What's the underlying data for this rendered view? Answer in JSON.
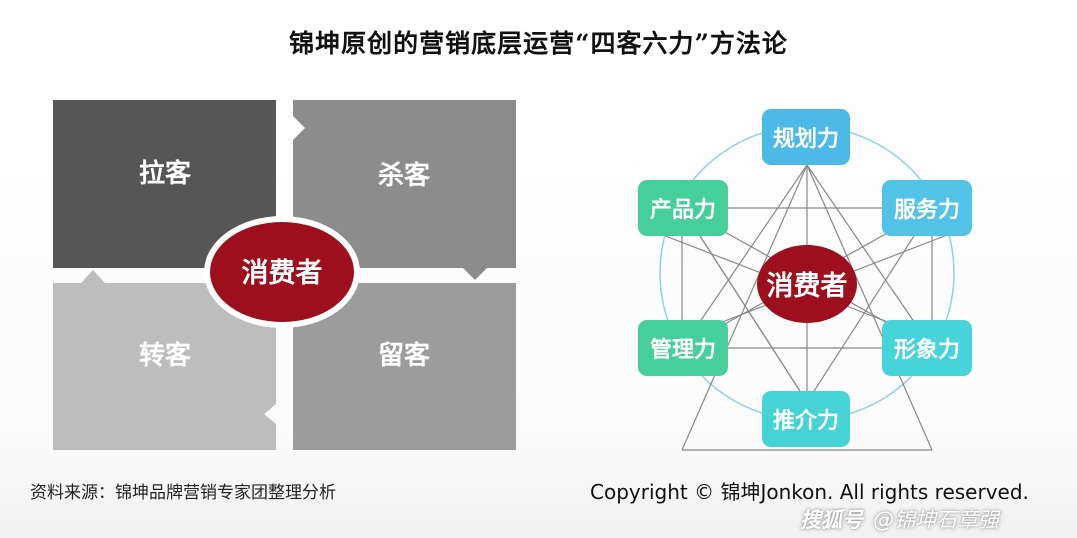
{
  "title": "锦坤原创的营销底层运营“四客六力”方法论",
  "left_diagram": {
    "quadrants": [
      "拉客",
      "杀客",
      "转客",
      "留客"
    ],
    "center": "消费者",
    "colors": {
      "q1": "#565656",
      "q2": "#8c8c8c",
      "q3": "#bdbdbd",
      "q4": "#9c9c9c",
      "center": "#9e0f1e"
    }
  },
  "right_diagram": {
    "center": "消费者",
    "nodes": [
      "规划力",
      "服务力",
      "形象力",
      "推介力",
      "管理力",
      "产品力"
    ],
    "colors": {
      "blue": "#4cb9e6",
      "cyan": "#46d3da",
      "green": "#46cf9c",
      "center": "#9e0f1e",
      "ring": "#8fd2e0",
      "lines": "#888888"
    }
  },
  "footer": {
    "source": "资料来源：锦坤品牌营销专家团整理分析",
    "copyright": "Copyright © 锦坤Jonkon. All rights reserved.",
    "watermark_logo": "搜狐号",
    "watermark_text": "@锦坤石章强"
  }
}
